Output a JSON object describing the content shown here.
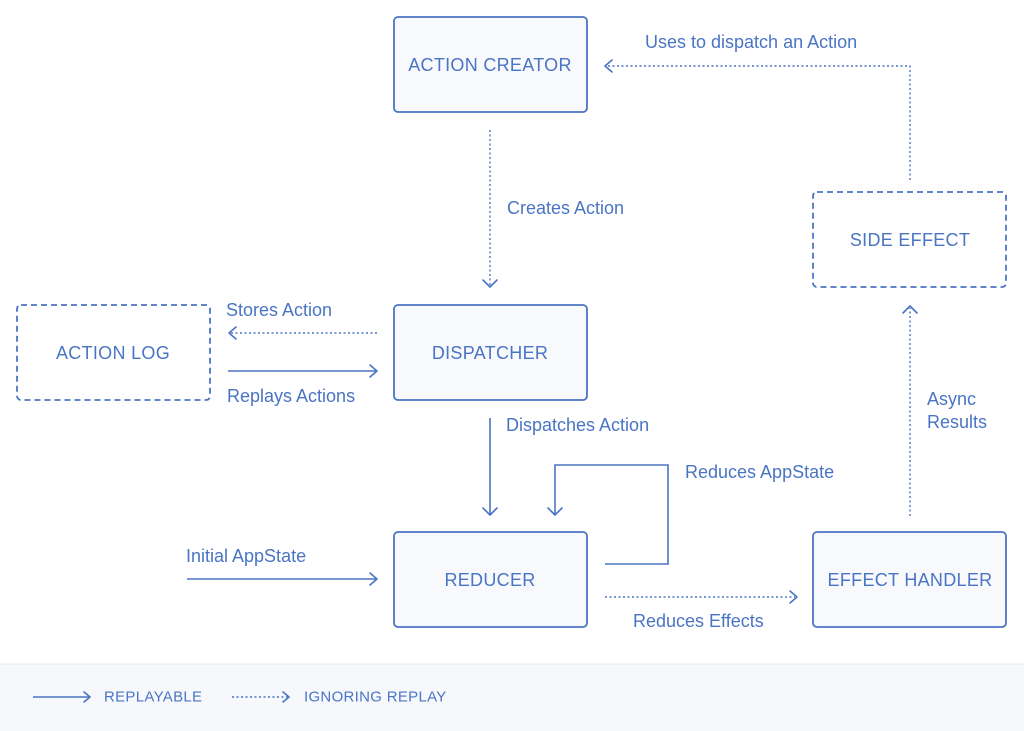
{
  "nodes": {
    "action_creator": "ACTION CREATOR",
    "dispatcher": "DISPATCHER",
    "action_log": "ACTION LOG",
    "reducer": "REDUCER",
    "side_effect": "SIDE EFFECT",
    "effect_handler": "EFFECT HANDLER"
  },
  "edges": {
    "uses_to_dispatch": "Uses to dispatch an Action",
    "creates_action": "Creates Action",
    "stores_action": "Stores Action",
    "replays_actions": "Replays Actions",
    "dispatches_action": "Dispatches Action",
    "reduces_appstate": "Reduces AppState",
    "initial_appstate": "Initial AppState",
    "reduces_effects": "Reduces Effects",
    "async_results_line1": "Async",
    "async_results_line2": "Results"
  },
  "legend": {
    "replayable": "REPLAYABLE",
    "ignoring_replay": "IGNORING REPLAY"
  },
  "colors": {
    "accent": "#4a74c4",
    "node_fill": "#f7f9fd",
    "legend_background": "#f6f8fb"
  }
}
